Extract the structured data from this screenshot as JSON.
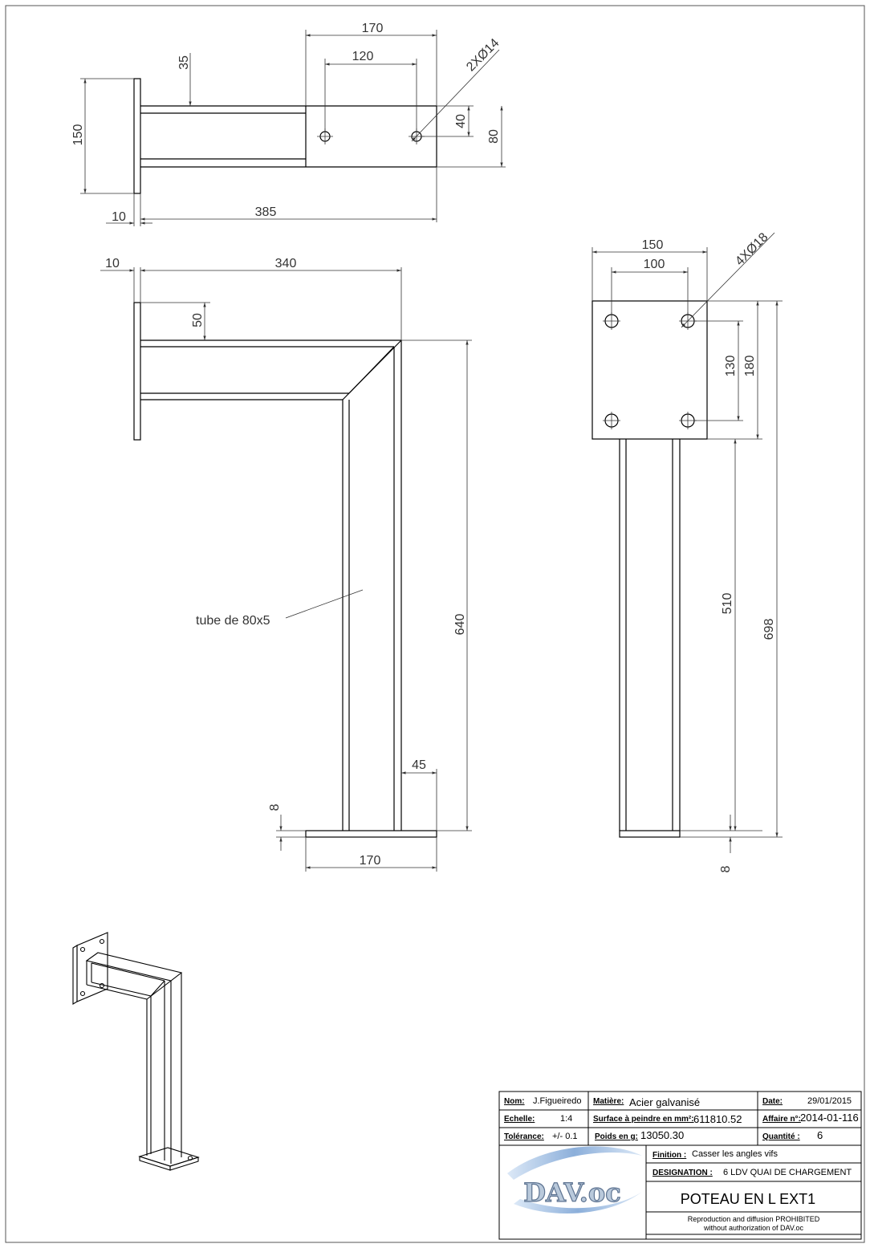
{
  "top_view": {
    "dims": {
      "d170": "170",
      "d120": "120",
      "d35": "35",
      "holes": "2XØ14",
      "d150": "150",
      "d40": "40",
      "d80": "80",
      "d10": "10",
      "d385": "385"
    }
  },
  "side_view": {
    "dims": {
      "d10": "10",
      "d340": "340",
      "d50": "50",
      "d640": "640",
      "d45": "45",
      "d8": "8",
      "d170": "170"
    },
    "note": "tube de 80x5"
  },
  "end_view": {
    "dims": {
      "d150": "150",
      "d100": "100",
      "holes": "4XØ18",
      "d130": "130",
      "d180": "180",
      "d510": "510",
      "d698": "698",
      "d8": "8"
    }
  },
  "title_block": {
    "nom_label": "Nom:",
    "nom_value": "J.Figueiredo",
    "matiere_label": "Matière:",
    "matiere_value": "Acier galvanisé",
    "date_label": "Date:",
    "date_value": "29/01/2015",
    "echelle_label": "Echelle:",
    "echelle_value": "1:4",
    "surface_label": "Surface à peindre en mm²:",
    "surface_value": "611810.52",
    "affaire_label": "Affaire n°:",
    "affaire_value": "2014-01-116",
    "tolerance_label": "Tolérance:",
    "tolerance_value": "+/- 0.1",
    "poids_label": "Poids en g:",
    "poids_value": "13050.30",
    "quantite_label": "Quantité :",
    "quantite_value": "6",
    "finition_label": "Finition :",
    "finition_value": "Casser les angles vifs",
    "designation_label": "DESIGNATION :",
    "designation_value": "6 LDV QUAI DE CHARGEMENT",
    "part_name": "POTEAU EN L EXT1",
    "logo_text": "DAV.oc",
    "notice_line1": "Reproduction and diffusion PROHIBITED",
    "notice_line2": "without authorization of DAV.oc"
  }
}
